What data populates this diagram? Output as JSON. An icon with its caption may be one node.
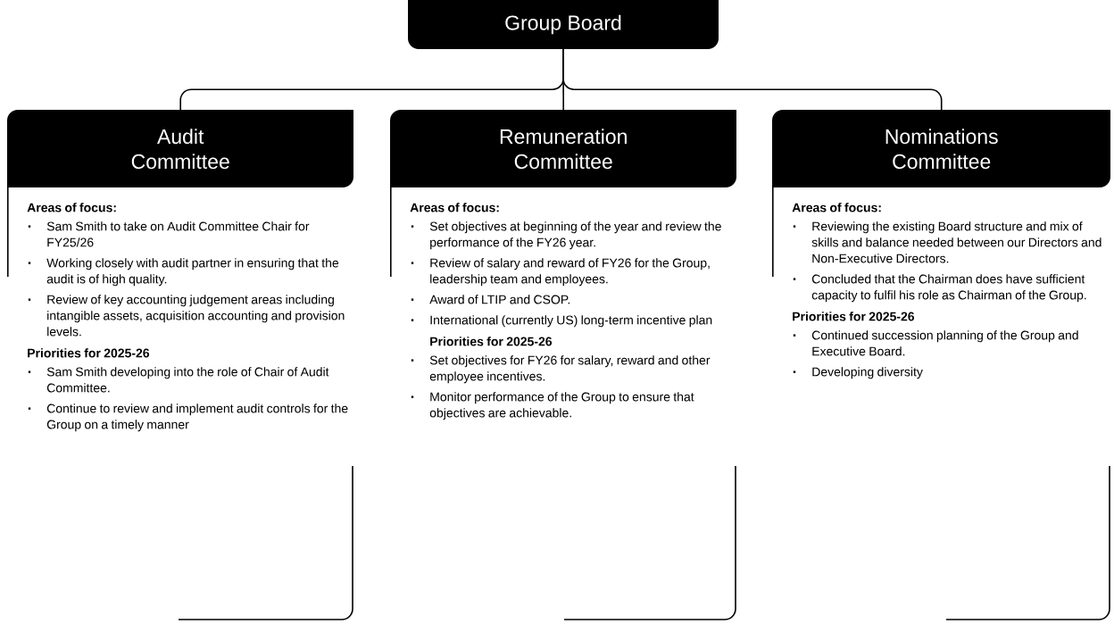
{
  "diagram": {
    "nodes": [
      {
        "text": [
          "Group Board"
        ]
      },
      {
        "text": [
          "Audit Committee",
          "Areas of focus:",
          "Sam Smith to take on Audit Committee Chair for FY25/26",
          "Working closely with audit partner in ensuring that the audit is of high quality.",
          "Review of key accounting judgement areas including intangible assets, acquisition accounting and provision levels.",
          "Priorities for 2025-26",
          "Sam Smith developing into the role of Chair of Audit Committee.",
          "Continue to review and implement audit controls for the Group on a timely manner"
        ]
      },
      {
        "text": [
          "Remuneration Committee",
          "Areas of focus:",
          "Set objectives at beginning of the year and review the performance of the FY26 year.",
          "Review of salary and reward of FY26 for the Group, leadership team and employees.",
          "Award of LTIP and CSOP.",
          "International (currently US) long-term incentive plan",
          "Priorities for 2025-26",
          "Set objectives for FY26 for salary, reward and other employee incentives.",
          "Monitor performance of the Group to ensure that objectives are achievable."
        ]
      },
      {
        "text": [
          "Nominations Committee",
          "Areas of focus:",
          "Reviewing the existing Board structure and mix of skills and balance needed between our Directors and Non-Executive Directors.",
          "Concluded that the Chairman does have sufficient capacity to fulfil his role as Chairman of the Group.",
          "Priorities for 2025-26",
          "Continued succession planning of the Group and Executive Board.",
          "Developing diversity"
        ]
      }
    ],
    "edges": [
      {
        "from": 0,
        "to": 1,
        "arrow": "none"
      },
      {
        "from": 0,
        "to": 2,
        "arrow": "none"
      },
      {
        "from": 0,
        "to": 3,
        "arrow": "none"
      }
    ]
  }
}
